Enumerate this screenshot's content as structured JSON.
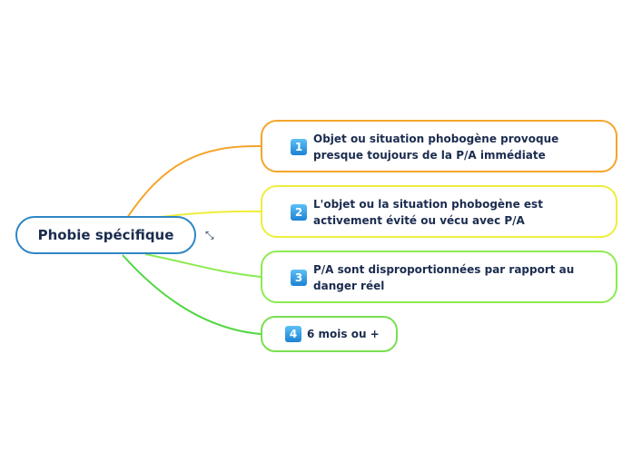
{
  "root": {
    "label": "Phobie spécifique",
    "collapse_icon": "collapse-branches-icon"
  },
  "branches": [
    {
      "number": "1",
      "text_line1": "Objet ou situation phobogène provoque",
      "text_line2": "presque toujours de la P/A immédiate",
      "color": "#f5a52a"
    },
    {
      "number": "2",
      "text_line1": "L'objet ou la situation phobogène est",
      "text_line2": "activement évité ou vécu avec P/A",
      "color": "#eeee3c"
    },
    {
      "number": "3",
      "text_line1": "P/A sont disproportionnées par rapport au",
      "text_line2": "danger réel",
      "color": "#8ceb4f"
    },
    {
      "number": "4",
      "text": "6 mois ou +",
      "color": "#78e050"
    }
  ],
  "colors": {
    "root_border": "#2f86c4",
    "text": "#1b2c4f",
    "badge": "#1c82d4"
  }
}
